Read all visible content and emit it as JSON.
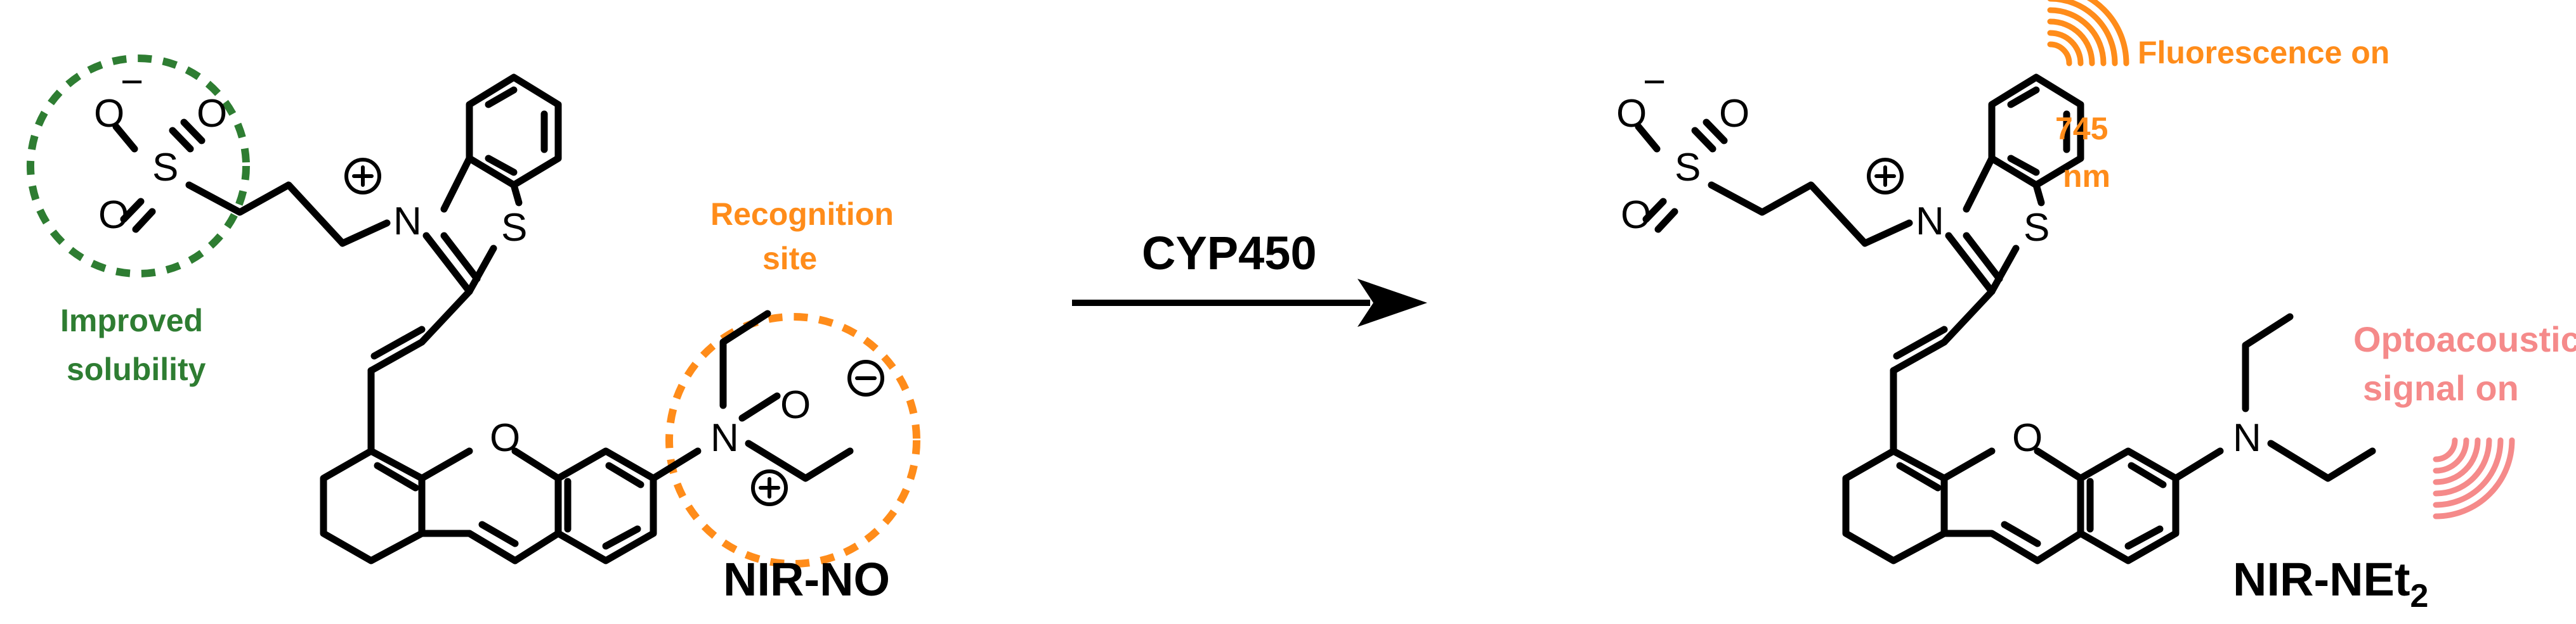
{
  "colors": {
    "bond": "#000000",
    "green": "#2e7d32",
    "orange": "#ff8c1a",
    "pink": "#f58a8a"
  },
  "left_molecule": {
    "name": "NIR-NO",
    "annotations": {
      "solubility": [
        "Improved",
        "solubility"
      ],
      "recognition": [
        "Recognition",
        "site"
      ]
    },
    "atoms": {
      "sulfonate_s": "S",
      "sulfonate_o1": "O",
      "sulfonate_o2": "O",
      "sulfonate_o3": "O",
      "sulfonate_charge": "−",
      "thiazole_n": "N",
      "thiazole_s": "S",
      "xanthene_o": "O",
      "amine_n": "N",
      "n_oxide_o": "O"
    }
  },
  "reaction": {
    "reagent": "CYP450"
  },
  "right_molecule": {
    "name_main": "NIR-NEt",
    "name_sub": "2",
    "fluorescence": [
      "Fluorescence on",
      "745",
      "nm"
    ],
    "optoacoustic": [
      "Optoacoustic",
      "signal on"
    ],
    "atoms": {
      "sulfonate_s": "S",
      "sulfonate_o1": "O",
      "sulfonate_o2": "O",
      "sulfonate_o3": "O",
      "sulfonate_charge": "−",
      "thiazole_n": "N",
      "thiazole_s": "S",
      "xanthene_o": "O",
      "amine_n": "N"
    }
  },
  "icons": {
    "charge": "plus-in-circle",
    "negative": "minus-in-circle",
    "fluorescence": "signal-waves-icon",
    "optoacoustic": "signal-waves-icon"
  }
}
